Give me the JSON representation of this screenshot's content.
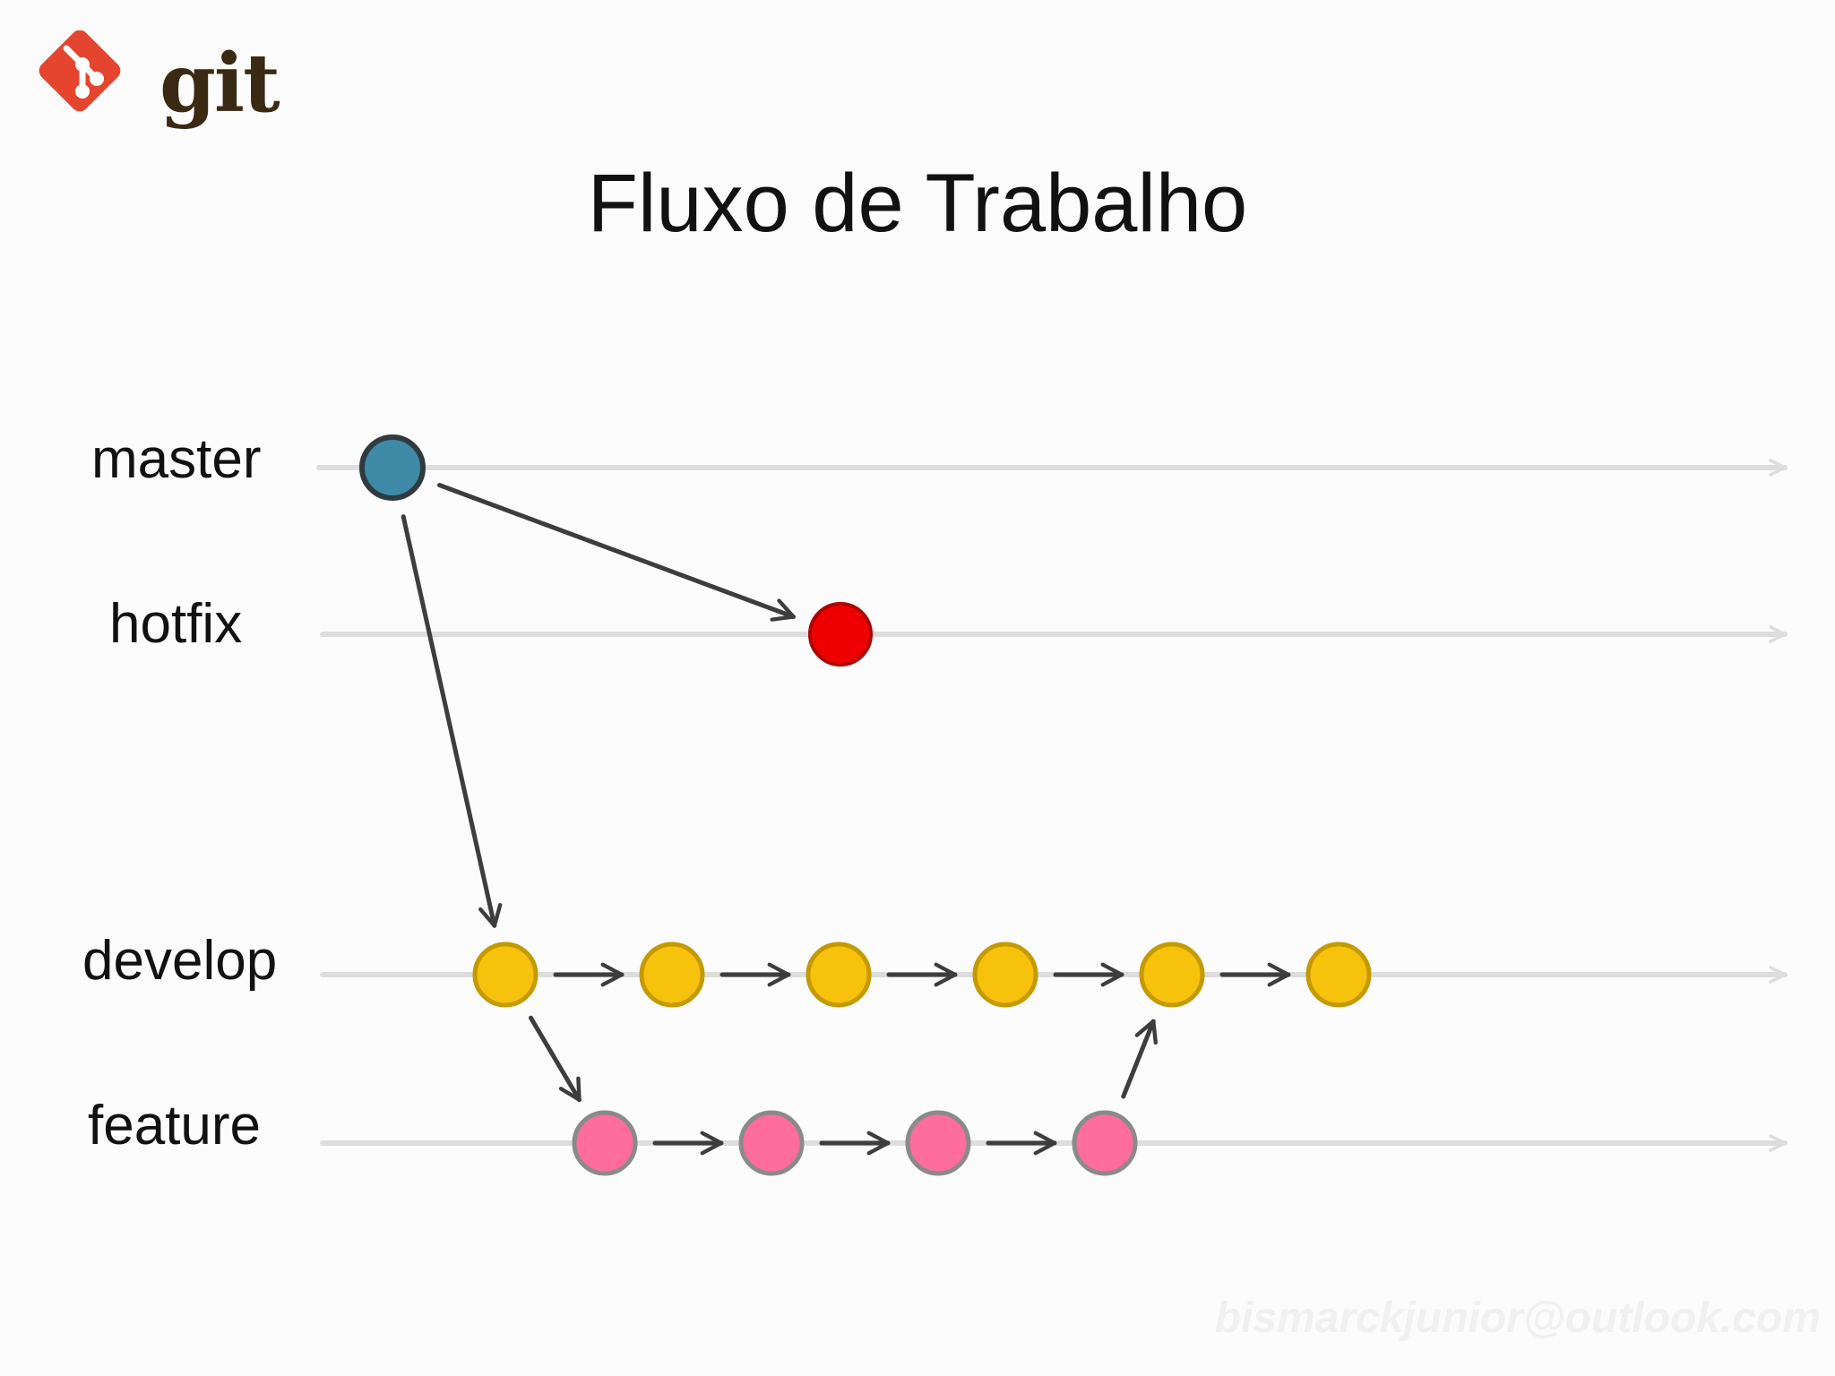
{
  "logo": {
    "text": "git",
    "icon": "git-diamond-icon",
    "color": "#e5452f"
  },
  "title": "Fluxo de Trabalho",
  "watermark": "bismarckjunior@outlook.com",
  "colors": {
    "lane": "#dddddd",
    "arrow": "#3d3d3d",
    "master_fill": "#3f8aa6",
    "master_stroke": "#303a40",
    "hotfix_fill": "#ee0000",
    "hotfix_stroke": "#b00000",
    "develop_fill": "#f7c20c",
    "develop_stroke": "#c49a00",
    "feature_fill": "#ff6c9e",
    "feature_stroke": "#8a8a8a"
  },
  "branches": [
    {
      "id": "master",
      "label": "master",
      "commits": 1
    },
    {
      "id": "hotfix",
      "label": "hotfix",
      "commits": 1
    },
    {
      "id": "develop",
      "label": "develop",
      "commits": 6
    },
    {
      "id": "feature",
      "label": "feature",
      "commits": 4
    }
  ],
  "edges": [
    {
      "from": "master.0",
      "to": "hotfix.0"
    },
    {
      "from": "master.0",
      "to": "develop.0"
    },
    {
      "from": "develop.0",
      "to": "develop.1"
    },
    {
      "from": "develop.1",
      "to": "develop.2"
    },
    {
      "from": "develop.2",
      "to": "develop.3"
    },
    {
      "from": "develop.3",
      "to": "develop.4"
    },
    {
      "from": "develop.4",
      "to": "develop.5"
    },
    {
      "from": "develop.0",
      "to": "feature.0"
    },
    {
      "from": "feature.0",
      "to": "feature.1"
    },
    {
      "from": "feature.1",
      "to": "feature.2"
    },
    {
      "from": "feature.2",
      "to": "feature.3"
    },
    {
      "from": "feature.3",
      "to": "develop.4"
    }
  ]
}
